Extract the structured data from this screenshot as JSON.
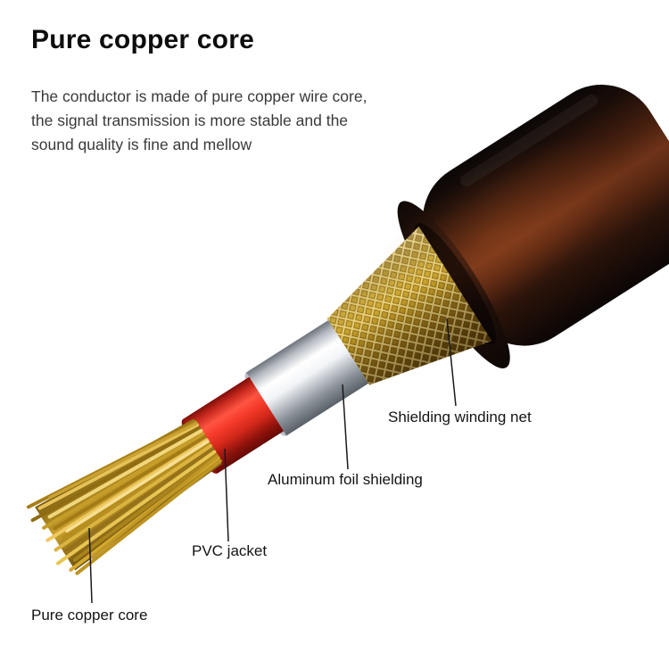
{
  "title": "Pure copper core",
  "description_lines": [
    "The conductor is made of pure copper wire core,",
    "the signal transmission is more stable and the",
    "sound quality is fine and mellow"
  ],
  "labels": {
    "shielding_winding_net": "Shielding winding net",
    "aluminum_foil_shielding": "Aluminum foil shielding",
    "pvc_jacket": "PVC jacket",
    "pure_copper_core": "Pure copper core"
  },
  "colors": {
    "background": "#ffffff",
    "title_text": "#0d0d0d",
    "body_text": "#3a3a3a",
    "label_text": "#141414",
    "leader_line": "#1a1a1a",
    "copper_gold": "#d4af37",
    "pvc_red": "#e3362a",
    "foil_silver": "#eef1f4",
    "braid_gold": "#c9a22c",
    "jacket_brown": "#4a1d10"
  }
}
